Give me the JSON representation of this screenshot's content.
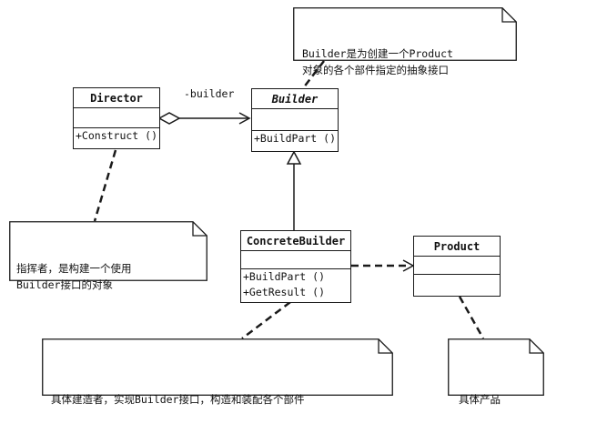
{
  "classes": {
    "director": {
      "name": "Director",
      "operations": [
        "+Construct ()"
      ]
    },
    "builder": {
      "name": "Builder",
      "operations": [
        "+BuildPart ()"
      ]
    },
    "concrete_builder": {
      "name": "ConcreteBuilder",
      "operations": [
        "+BuildPart ()",
        "+GetResult ()"
      ]
    },
    "product": {
      "name": "Product",
      "operations": []
    }
  },
  "associations": {
    "director_builder_role": "-builder"
  },
  "notes": {
    "builder": "Builder是为创建一个Product\n对象的各个部件指定的抽象接口",
    "director": "指挥者，是构建一个使用\nBuilder接口的对象",
    "concrete_builder": "具体建造者，实现Builder接口，构造和装配各个部件",
    "product": "具体产品"
  }
}
